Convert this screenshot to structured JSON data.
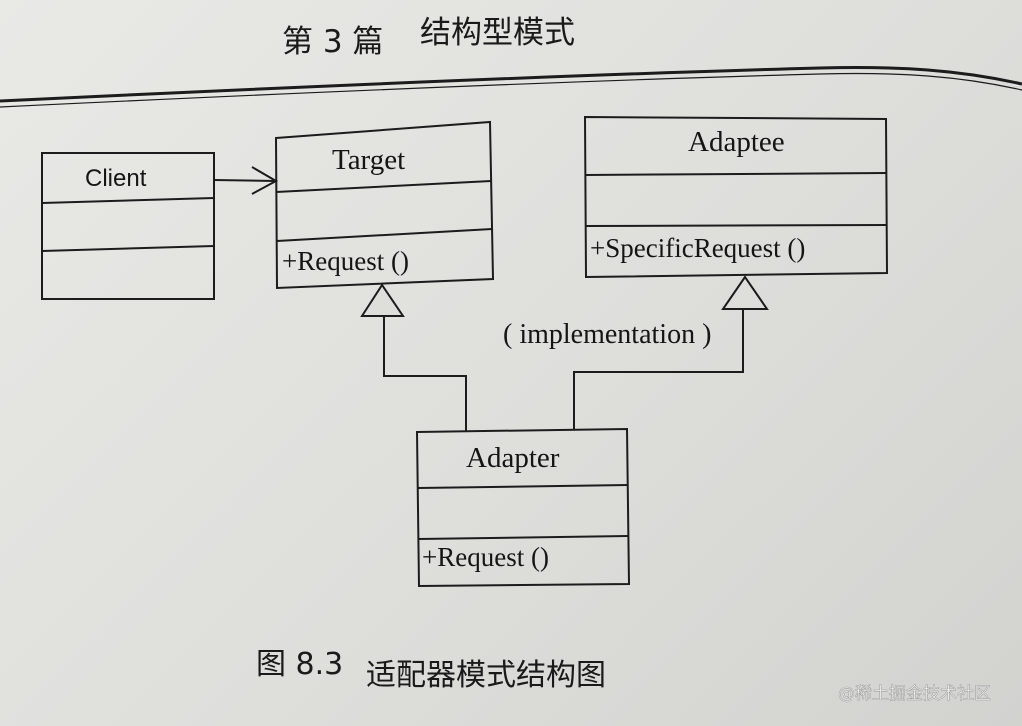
{
  "header": {
    "chapter": "第 3 篇",
    "title": "结构型模式"
  },
  "classes": {
    "client": {
      "name": "Client",
      "operation": ""
    },
    "target": {
      "name": "Target",
      "operation": "+Request ()"
    },
    "adaptee": {
      "name": "Adaptee",
      "operation": "+SpecificRequest ()"
    },
    "adapter": {
      "name": "Adapter",
      "operation": "+Request ()"
    }
  },
  "relations": [
    {
      "from": "client",
      "to": "target",
      "kind": "association"
    },
    {
      "from": "adapter",
      "to": "target",
      "kind": "generalization"
    },
    {
      "from": "adapter",
      "to": "adaptee",
      "kind": "realization"
    }
  ],
  "annotations": {
    "implementation": "( implementation )"
  },
  "caption": {
    "figure_number": "图 8.3",
    "title": "适配器模式结构图"
  },
  "watermark": "@稀土掘金技术社区",
  "colors": {
    "paper": "#dededb",
    "ink": "#1c1c1c"
  }
}
